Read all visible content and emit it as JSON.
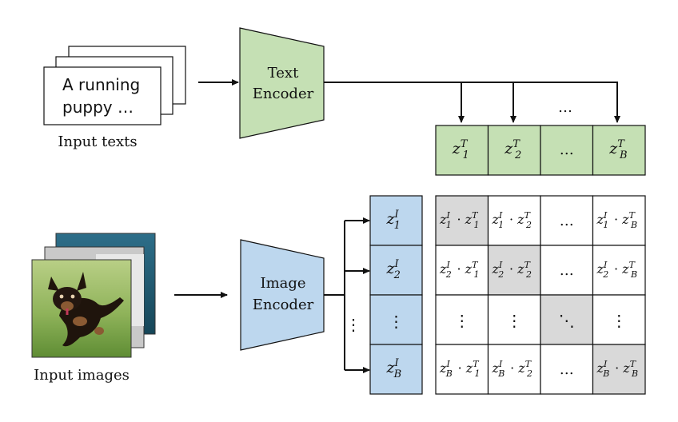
{
  "input_text": {
    "line1": "A running",
    "line2": "puppy …",
    "caption": "Input texts"
  },
  "text_encoder": {
    "line1": "Text",
    "line2": "Encoder"
  },
  "image_encoder": {
    "line1": "Image",
    "line2": "Encoder"
  },
  "input_image": {
    "caption": "Input images"
  },
  "ellipsis": "…",
  "vdots": "⋮",
  "ddots": "⋱",
  "dot_op": "·",
  "letters": {
    "z": "z",
    "T": "T",
    "I": "I"
  },
  "index_labels": [
    "1",
    "2",
    "B"
  ],
  "text_embeddings": [
    {
      "sub": "1"
    },
    {
      "sub": "2"
    },
    {
      "sub": "…"
    },
    {
      "sub": "B"
    }
  ],
  "image_embeddings": [
    {
      "sub": "1"
    },
    {
      "sub": "2"
    },
    {
      "sub": "⋮"
    },
    {
      "sub": "B"
    }
  ],
  "colors": {
    "text_green": "#c5e0b4",
    "image_blue": "#bdd7ee",
    "diag_gray": "#d9d9d9",
    "stroke": "#111111"
  }
}
